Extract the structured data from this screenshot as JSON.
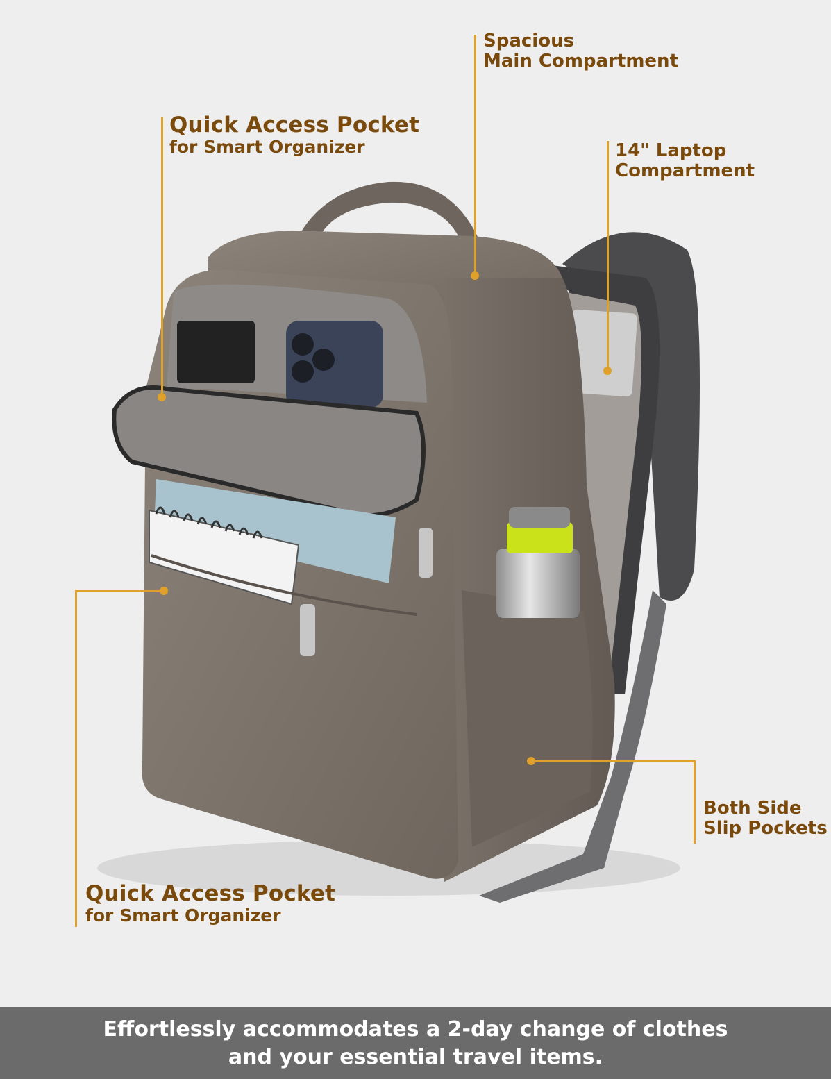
{
  "callouts": {
    "main_compartment": {
      "line1": "Spacious",
      "line2": "Main Compartment"
    },
    "top_pocket": {
      "title": "Quick Access Pocket",
      "subtitle": "for Smart Organizer"
    },
    "laptop": {
      "line1": "14\" Laptop",
      "line2": "Compartment"
    },
    "side_pockets": {
      "line1": "Both Side",
      "line2": "Slip Pockets"
    },
    "bottom_pocket": {
      "title": "Quick Access Pocket",
      "subtitle": "for Smart Organizer"
    }
  },
  "footer": {
    "line1": "Effortlessly accommodates a 2-day change of clothes",
    "line2": "and your essential travel items."
  },
  "colors": {
    "background": "#eeeeee",
    "label_text": "#7a4a0c",
    "callout_line": "#e0a12a",
    "footer_bg": "#6b6b6b",
    "bag": "#7d746c"
  }
}
